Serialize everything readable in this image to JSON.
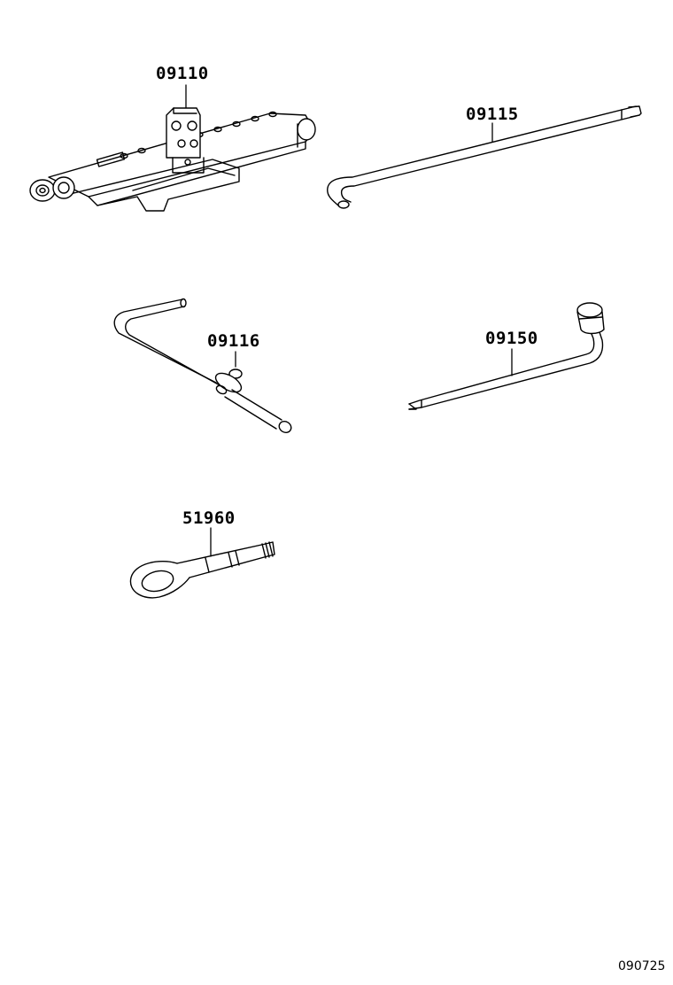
{
  "diagram": {
    "parts": [
      {
        "id": "jack",
        "number": "09110",
        "icon": "scissor-jack-icon"
      },
      {
        "id": "jack-handle",
        "number": "09115",
        "icon": "jack-handle-rod-icon"
      },
      {
        "id": "jack-handle-extension",
        "number": "09116",
        "icon": "crank-handle-icon"
      },
      {
        "id": "lug-wrench",
        "number": "09150",
        "icon": "lug-wrench-icon"
      },
      {
        "id": "towing-eye",
        "number": "51960",
        "icon": "towing-eye-icon"
      }
    ],
    "code": "090725",
    "colors": {
      "line": "#000000",
      "background": "#ffffff"
    }
  }
}
